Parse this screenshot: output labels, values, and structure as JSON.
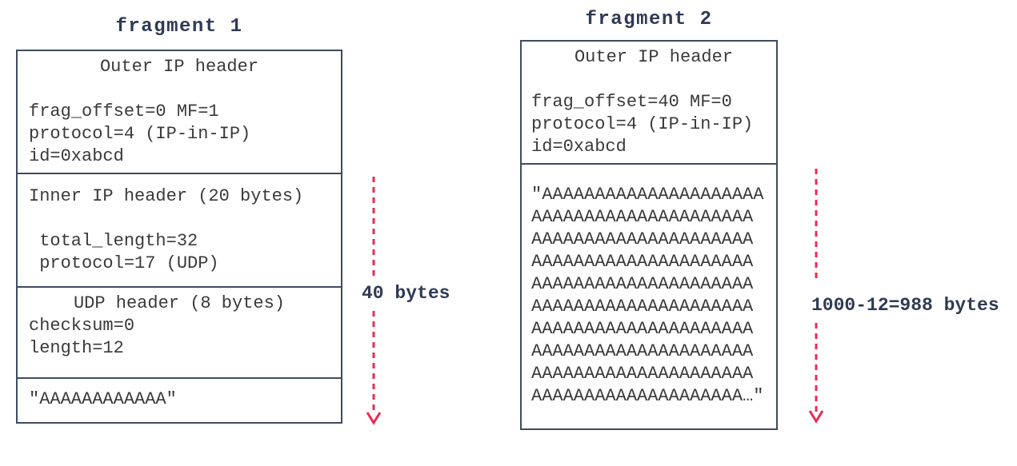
{
  "palette": {
    "navy_text": "#2f3b54",
    "box_border": "#3e4b5e",
    "body_text": "#3a3a3a",
    "arrow_red": "#ea2c52",
    "background": "#ffffff"
  },
  "fragment1": {
    "title": "fragment 1",
    "size_label": "40 bytes",
    "outer": {
      "heading": "Outer IP header",
      "line1": "frag_offset=0 MF=1",
      "line2": "protocol=4 (IP-in-IP)",
      "line3": "id=0xabcd"
    },
    "inner": {
      "heading": "Inner IP header (20 bytes)",
      "line1": " total_length=32",
      "line2": " protocol=17 (UDP)"
    },
    "udp": {
      "heading": "UDP header (8 bytes)",
      "line1": "checksum=0",
      "line2": "length=12"
    },
    "payload": "\"AAAAAAAAAAAA\""
  },
  "fragment2": {
    "title": "fragment 2",
    "size_label": "1000-12=988 bytes",
    "outer": {
      "heading": "Outer IP header",
      "line1": "frag_offset=40 MF=0",
      "line2": "protocol=4 (IP-in-IP)",
      "line3": "id=0xabcd"
    },
    "payload_lines": [
      "\"AAAAAAAAAAAAAAAAAAAAA",
      "AAAAAAAAAAAAAAAAAAAAA",
      "AAAAAAAAAAAAAAAAAAAAA",
      "AAAAAAAAAAAAAAAAAAAAA",
      "AAAAAAAAAAAAAAAAAAAAA",
      "AAAAAAAAAAAAAAAAAAAAA",
      "AAAAAAAAAAAAAAAAAAAAA",
      "AAAAAAAAAAAAAAAAAAAAA",
      "AAAAAAAAAAAAAAAAAAAAA",
      "AAAAAAAAAAAAAAAAAAAA…\""
    ]
  }
}
